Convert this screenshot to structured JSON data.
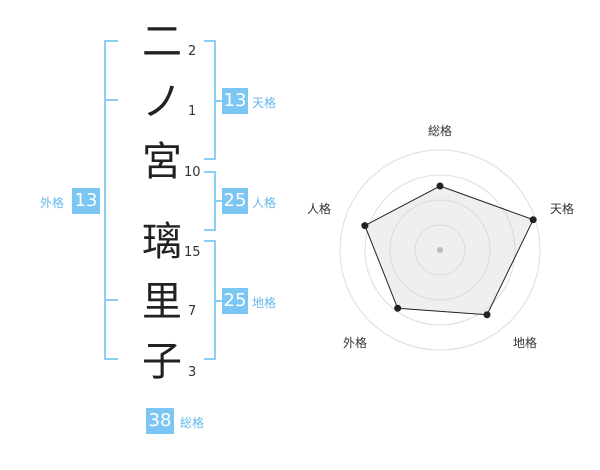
{
  "name": {
    "chars": [
      "二",
      "ノ",
      "宮",
      "璃",
      "里",
      "子"
    ],
    "strokes": [
      "2",
      "1",
      "10",
      "15",
      "7",
      "3"
    ]
  },
  "scores": {
    "tenkaku": {
      "value": "13",
      "label": "天格"
    },
    "jinkaku": {
      "value": "25",
      "label": "人格"
    },
    "chikaku": {
      "value": "25",
      "label": "地格"
    },
    "gaikaku": {
      "value": "13",
      "label": "外格"
    },
    "soukaku": {
      "value": "38",
      "label": "総格"
    }
  },
  "colors": {
    "accent": "#7cc6f3",
    "bracket": "#8ccff4",
    "label": "#66b8ec"
  },
  "chart_data": {
    "type": "radar",
    "axes": [
      "総格",
      "天格",
      "地格",
      "外格",
      "人格"
    ],
    "values": [
      0.64,
      0.98,
      0.8,
      0.72,
      0.79
    ],
    "range": [
      0,
      1
    ],
    "rings": 4
  }
}
